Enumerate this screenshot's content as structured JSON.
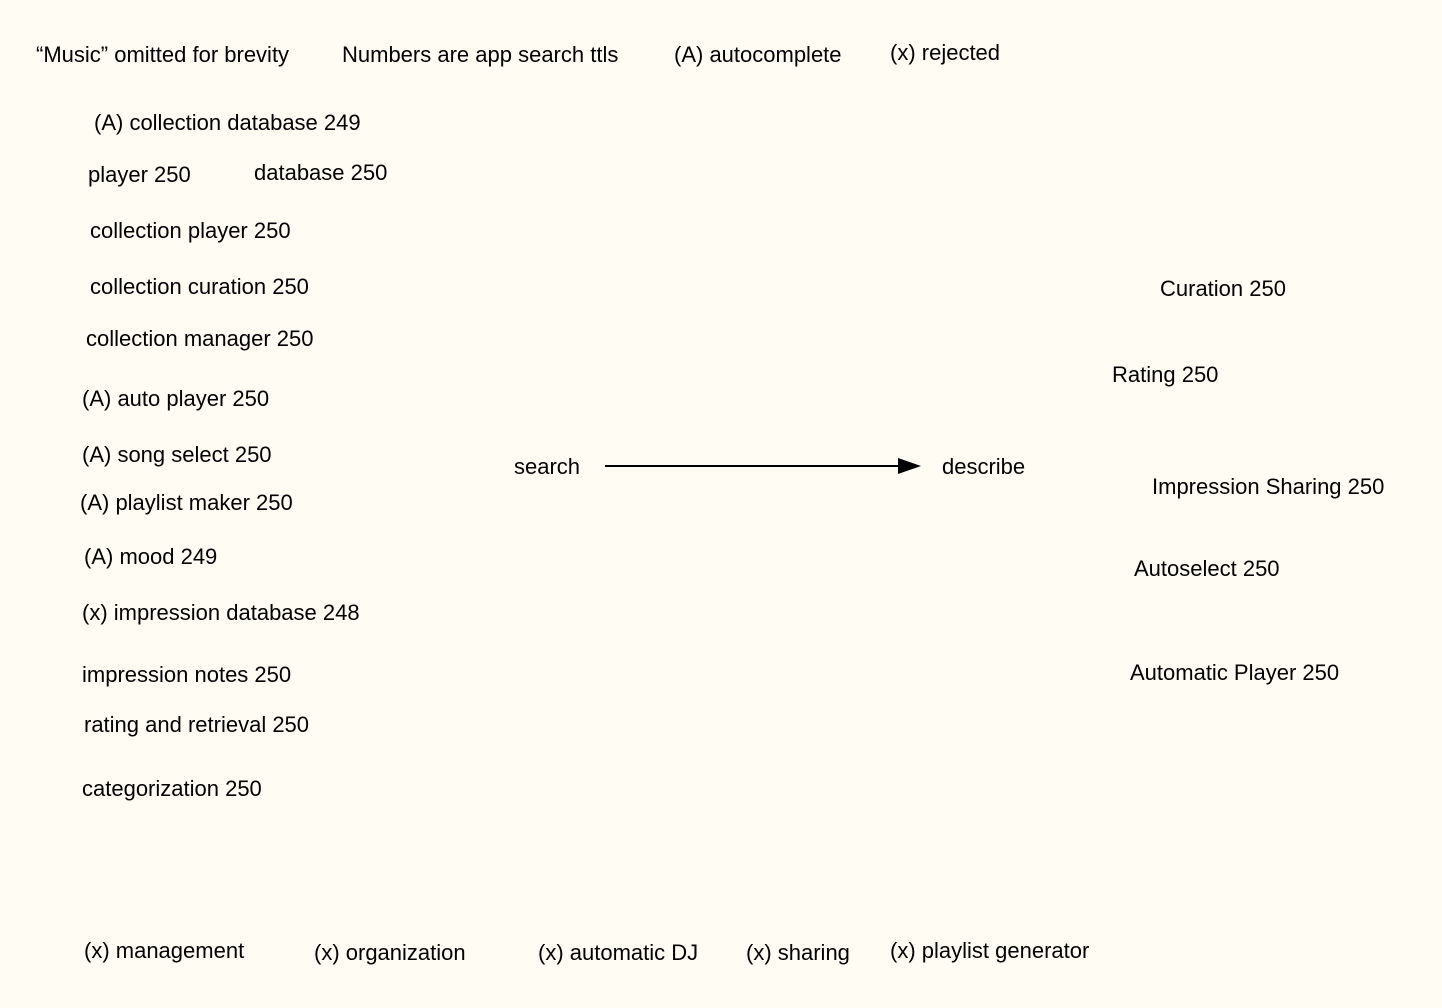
{
  "header": {
    "note_music": "“Music” omitted for brevity",
    "note_numbers": "Numbers are app search ttls",
    "legend_autocomplete": "(A) autocomplete",
    "legend_rejected": "(x) rejected"
  },
  "search_terms": [
    "(A) collection database 249",
    "player 250",
    "database 250",
    "collection player 250",
    "collection curation 250",
    "collection manager 250",
    "(A) auto player 250",
    "(A) song select 250",
    "(A) playlist maker 250",
    "(A) mood 249",
    "(x) impression database 248",
    "impression notes 250",
    "rating and retrieval 250",
    "categorization 250"
  ],
  "flow": {
    "from": "search",
    "to": "describe"
  },
  "describe_terms": [
    "Curation 250",
    "Rating 250",
    "Impression Sharing 250",
    "Autoselect 250",
    "Automatic Player 250"
  ],
  "rejected_terms": [
    "(x) management",
    "(x) organization",
    "(x) automatic DJ",
    "(x) sharing",
    "(x) playlist generator"
  ]
}
